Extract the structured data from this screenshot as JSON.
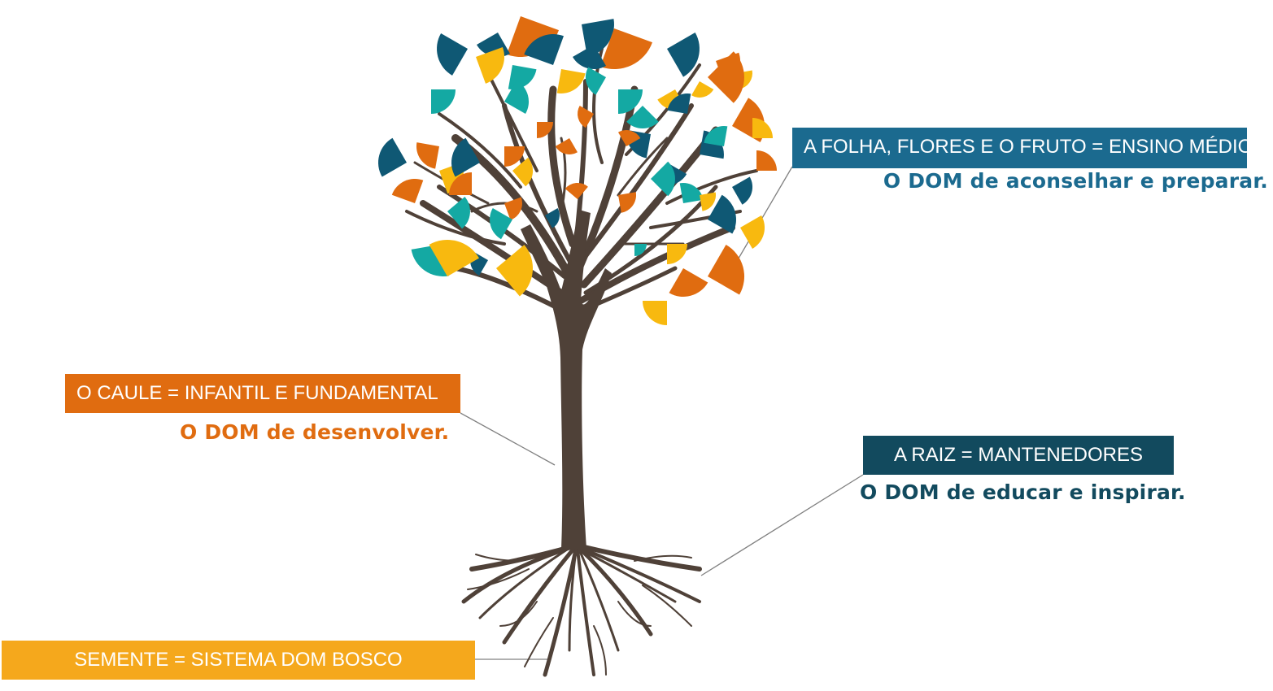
{
  "colors": {
    "trunk": "#4f4138",
    "leaf_orange": "#e06c10",
    "leaf_yellow": "#f8b90f",
    "leaf_teal": "#14a9a3",
    "leaf_navy": "#0f5874",
    "folha_band": "#1b6a8f",
    "caule_band": "#e06c10",
    "raiz_band": "#124a5e",
    "semente_band": "#f5a81c",
    "connector": "#808080"
  },
  "labels": {
    "folha": {
      "title": "A FOLHA, FLORES E O FRUTO = ENSINO MÉDIO",
      "subtitle": "O DOM de aconselhar e preparar."
    },
    "caule": {
      "title": "O CAULE = INFANTIL E FUNDAMENTAL",
      "subtitle": "O DOM de desenvolver."
    },
    "raiz": {
      "title": "A RAIZ = MANTENEDORES",
      "subtitle": "O DOM de educar e inspirar."
    },
    "semente": {
      "title": "SEMENTE = SISTEMA DOM BOSCO"
    }
  },
  "icons": {
    "tree": "tree-illustration"
  }
}
